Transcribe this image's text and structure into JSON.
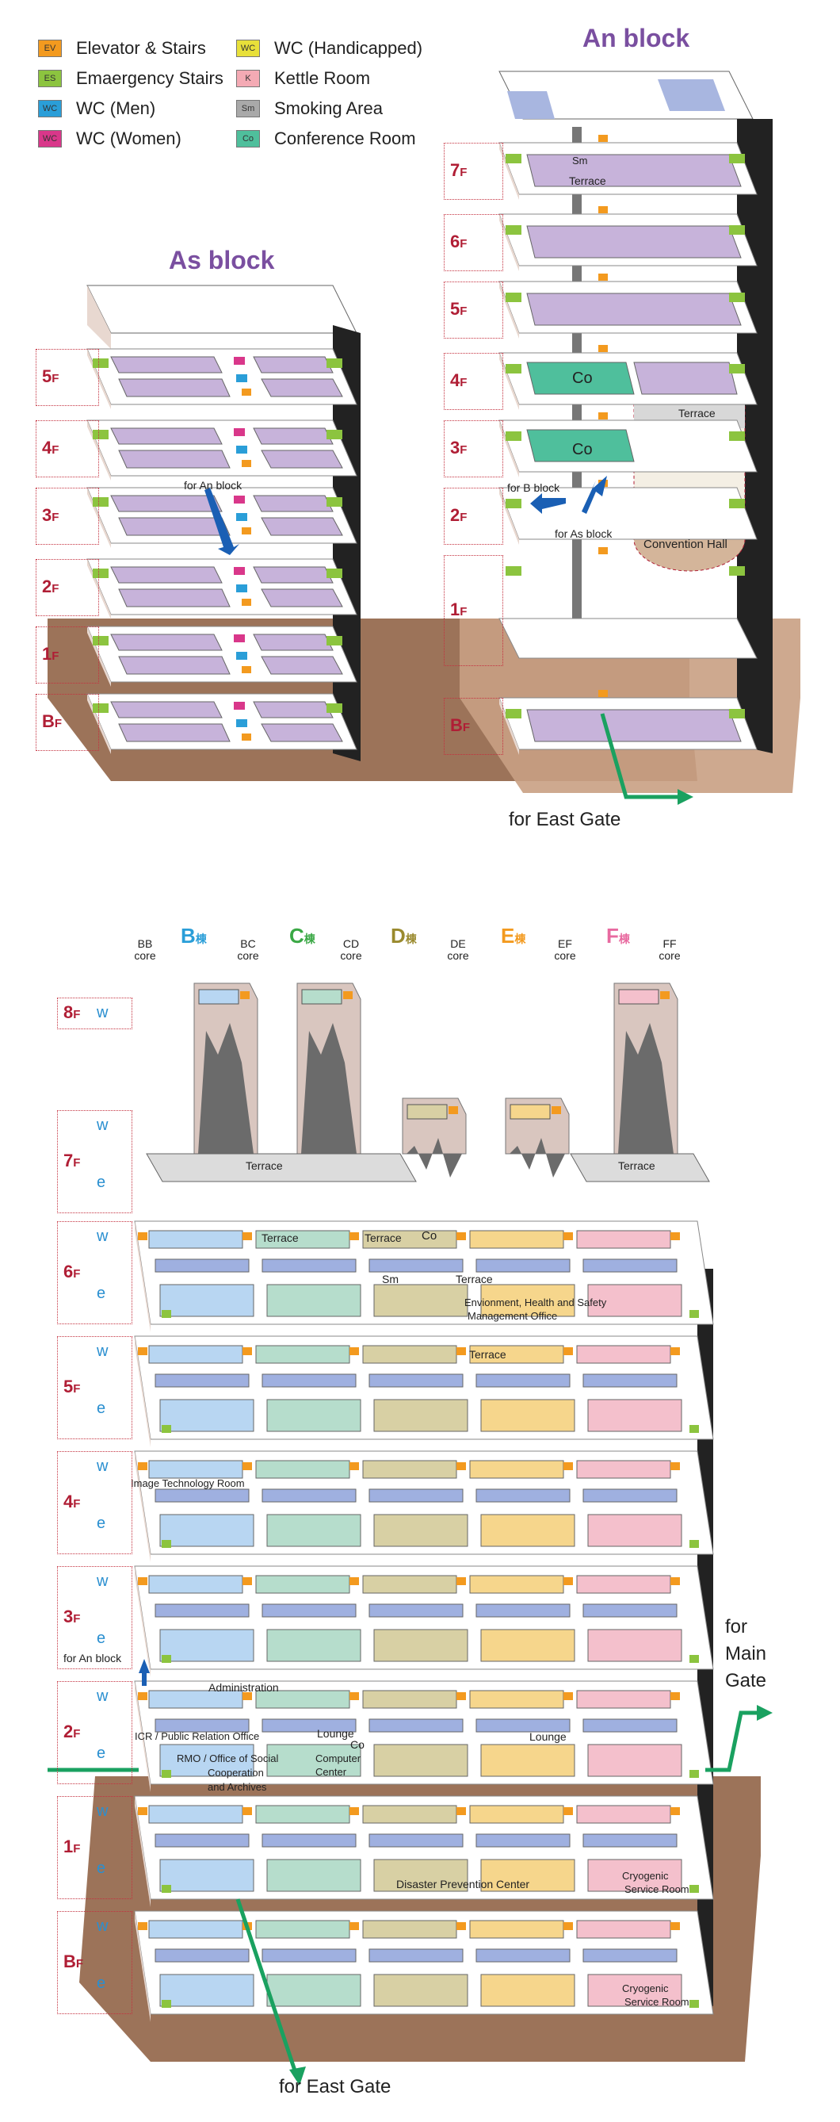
{
  "legend": [
    {
      "code": "EV",
      "label": "Elevator & Stairs",
      "color": "#f39a1f"
    },
    {
      "code": "ES",
      "label": "Emaergency Stairs",
      "color": "#8cc43f"
    },
    {
      "code": "WC",
      "label": "WC (Men)",
      "color": "#2a9ed8"
    },
    {
      "code": "WC",
      "label": "WC (Women)",
      "color": "#d9378a"
    },
    {
      "code": "WC",
      "label": "WC (Handicapped)",
      "color": "#e8e03a"
    },
    {
      "code": "K",
      "label": "Kettle Room",
      "color": "#f4aab4"
    },
    {
      "code": "Sm",
      "label": "Smoking Area",
      "color": "#a9a9a9"
    },
    {
      "code": "Co",
      "label": "Conference Room",
      "color": "#4fbf9c"
    }
  ],
  "as_block": {
    "title": "As block",
    "floors": [
      "5F",
      "4F",
      "3F",
      "2F",
      "1F",
      "BF"
    ],
    "for_an": "for An block"
  },
  "an_block": {
    "title": "An block",
    "floors": [
      "7F",
      "6F",
      "5F",
      "4F",
      "3F",
      "2F",
      "1F",
      "BF"
    ],
    "sm": "Sm",
    "terrace_7": "Terrace",
    "co_4": "Co",
    "co_3": "Co",
    "terrace_34": "Terrace",
    "for_b": "for B block",
    "for_as": "for As block",
    "convention": "Convention Hall",
    "east_gate": "for East Gate"
  },
  "main": {
    "cores": [
      "BB core",
      "BC core",
      "CD core",
      "DE core",
      "EF core",
      "FF core"
    ],
    "blocks": [
      {
        "letter": "B",
        "suffix": "棟",
        "color": "#2a9ed8"
      },
      {
        "letter": "C",
        "suffix": "棟",
        "color": "#3aa845"
      },
      {
        "letter": "D",
        "suffix": "棟",
        "color": "#9a8a2e"
      },
      {
        "letter": "E",
        "suffix": "棟",
        "color": "#f39a1f"
      },
      {
        "letter": "F",
        "suffix": "棟",
        "color": "#e86aa0"
      }
    ],
    "floors": [
      "8F",
      "7F",
      "6F",
      "5F",
      "4F",
      "3F",
      "2F",
      "1F",
      "BF"
    ],
    "w": "w",
    "e": "e",
    "terrace_7a": "Terrace",
    "terrace_7b": "Terrace",
    "terrace_6a": "Terrace",
    "terrace_6b": "Terrace",
    "co_6": "Co",
    "sm_6": "Sm",
    "terrace_6c": "Terrace",
    "ehs": "Envionment, Health and Safety",
    "ehs2": "Management Office",
    "terrace_5": "Terrace",
    "image_tech": "Image Technology Room",
    "for_an": "for An block",
    "admin": "Administration",
    "icr": "ICR / Public Relation Office",
    "lounge_a": "Lounge",
    "co_2": "Co",
    "lounge_b": "Lounge",
    "rmo1": "RMO / Office of Social",
    "rmo2": "Cooperation",
    "rmo3": "and Archives",
    "comp1": "Computer",
    "comp2": "Center",
    "for_main1": "for",
    "for_main2": "Main",
    "for_main3": "Gate",
    "disaster": "Disaster Prevention Center",
    "cryo1a": "Cryogenic",
    "cryo1b": "Service Room",
    "cryo2a": "Cryogenic",
    "cryo2b": "Service Room",
    "east_gate": "for East Gate"
  }
}
